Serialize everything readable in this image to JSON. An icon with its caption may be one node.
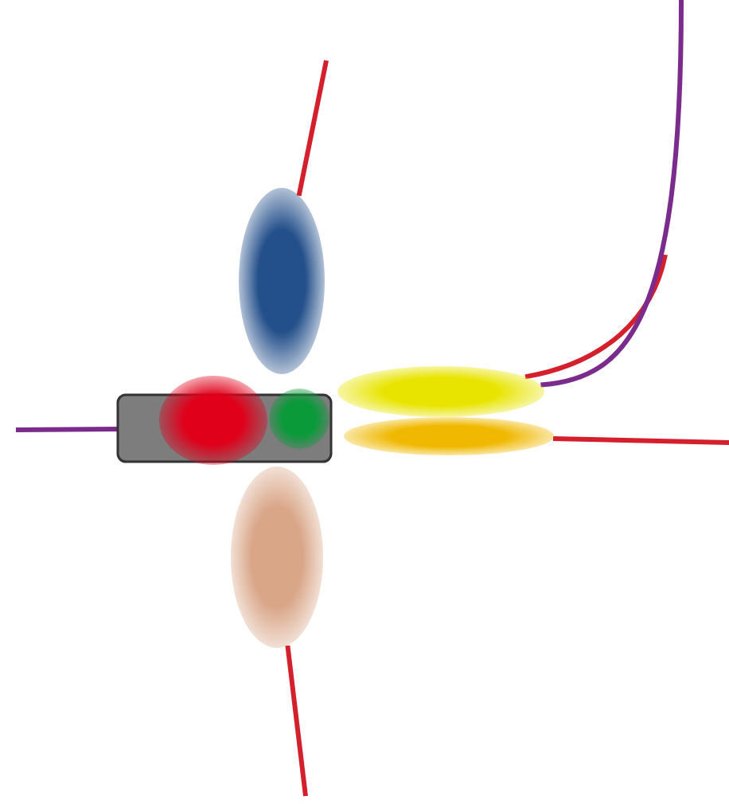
{
  "diagram": {
    "nodes": [
      {
        "text": [],
        "shape": "box"
      },
      {
        "text": [],
        "shape": "circle"
      },
      {
        "text": [],
        "shape": "circle"
      },
      {
        "text": [],
        "shape": "ellipse"
      },
      {
        "text": [],
        "shape": "ellipse"
      },
      {
        "text": [],
        "shape": "ellipse"
      },
      {
        "text": [],
        "shape": "ellipse"
      }
    ],
    "edges": [
      {
        "from": null,
        "to": 3,
        "arrow": "none"
      },
      {
        "from": 4,
        "to": null,
        "arrow": "none"
      },
      {
        "from": 6,
        "to": null,
        "arrow": "none"
      },
      {
        "from": 5,
        "to": null,
        "arrow": "none"
      },
      {
        "from": null,
        "to": 5,
        "arrow": "none",
        "color": "#7b2b8c"
      },
      {
        "from": null,
        "to": 0,
        "arrow": "none",
        "color": "#7b2b8c"
      }
    ]
  }
}
